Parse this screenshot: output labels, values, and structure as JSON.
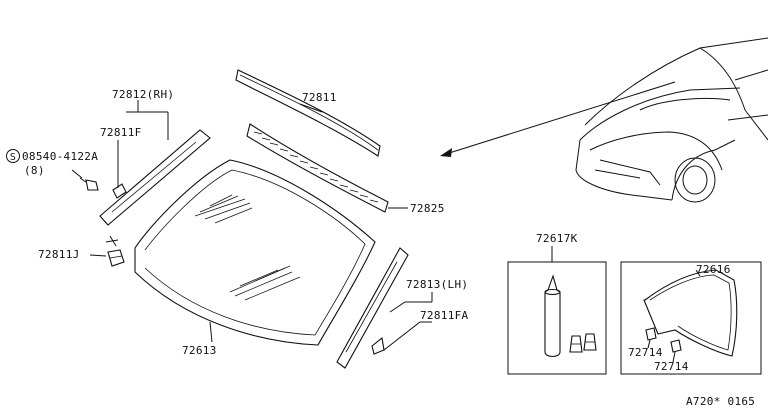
{
  "labels": {
    "p72812": "72812(RH)",
    "p72811F": "72811F",
    "bolt": "08540-4122A",
    "bolt_qty": "(8)",
    "bolt_symbol": "S",
    "p72811J": "72811J",
    "p72811": "72811",
    "p72825": "72825",
    "p72613": "72613",
    "p72813": "72813(LH)",
    "p72811FA": "72811FA",
    "p72617K": "72617K",
    "p72616": "72616",
    "p72714a": "72714",
    "p72714b": "72714",
    "diagram_code": "A720* 0165"
  }
}
